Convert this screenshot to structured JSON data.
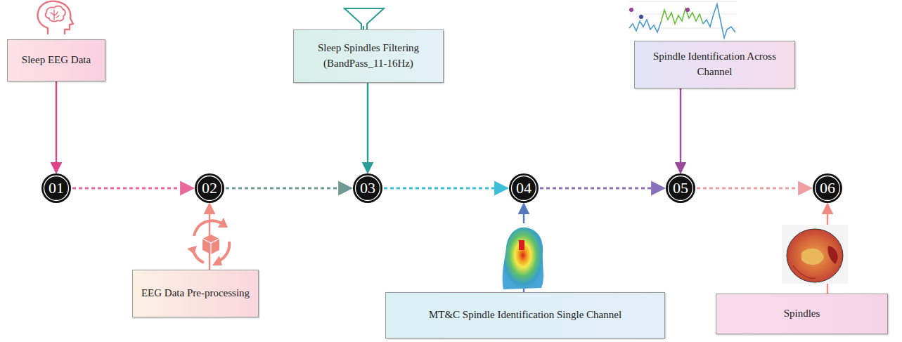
{
  "diagram": {
    "nodes": [
      {
        "text": [
          "Sleep EEG Data"
        ]
      },
      {
        "text": [
          "01"
        ]
      },
      {
        "text": [
          "02"
        ]
      },
      {
        "text": [
          "EEG Data Pre-processing"
        ]
      },
      {
        "text": [
          "Sleep Spindles Filtering (BandPass_11-16Hz)"
        ]
      },
      {
        "text": [
          "03"
        ]
      },
      {
        "text": [
          "04"
        ]
      },
      {
        "text": [
          "MT&C Spindle Identification Single Channel"
        ]
      },
      {
        "text": [
          "Spindle Identification Across Channel"
        ]
      },
      {
        "text": [
          "05"
        ]
      },
      {
        "text": [
          "06"
        ]
      },
      {
        "text": [
          "Spindles"
        ]
      }
    ],
    "edges": [
      {
        "from": 0,
        "to": 1,
        "arrow": "to"
      },
      {
        "from": 1,
        "to": 2,
        "arrow": "to"
      },
      {
        "from": 3,
        "to": 2,
        "arrow": "to"
      },
      {
        "from": 2,
        "to": 5,
        "arrow": "to"
      },
      {
        "from": 4,
        "to": 5,
        "arrow": "to"
      },
      {
        "from": 5,
        "to": 6,
        "arrow": "to"
      },
      {
        "from": 7,
        "to": 6,
        "arrow": "to"
      },
      {
        "from": 6,
        "to": 9,
        "arrow": "to"
      },
      {
        "from": 8,
        "to": 9,
        "arrow": "to"
      },
      {
        "from": 9,
        "to": 10,
        "arrow": "to"
      },
      {
        "from": 11,
        "to": 10,
        "arrow": "to"
      }
    ]
  }
}
